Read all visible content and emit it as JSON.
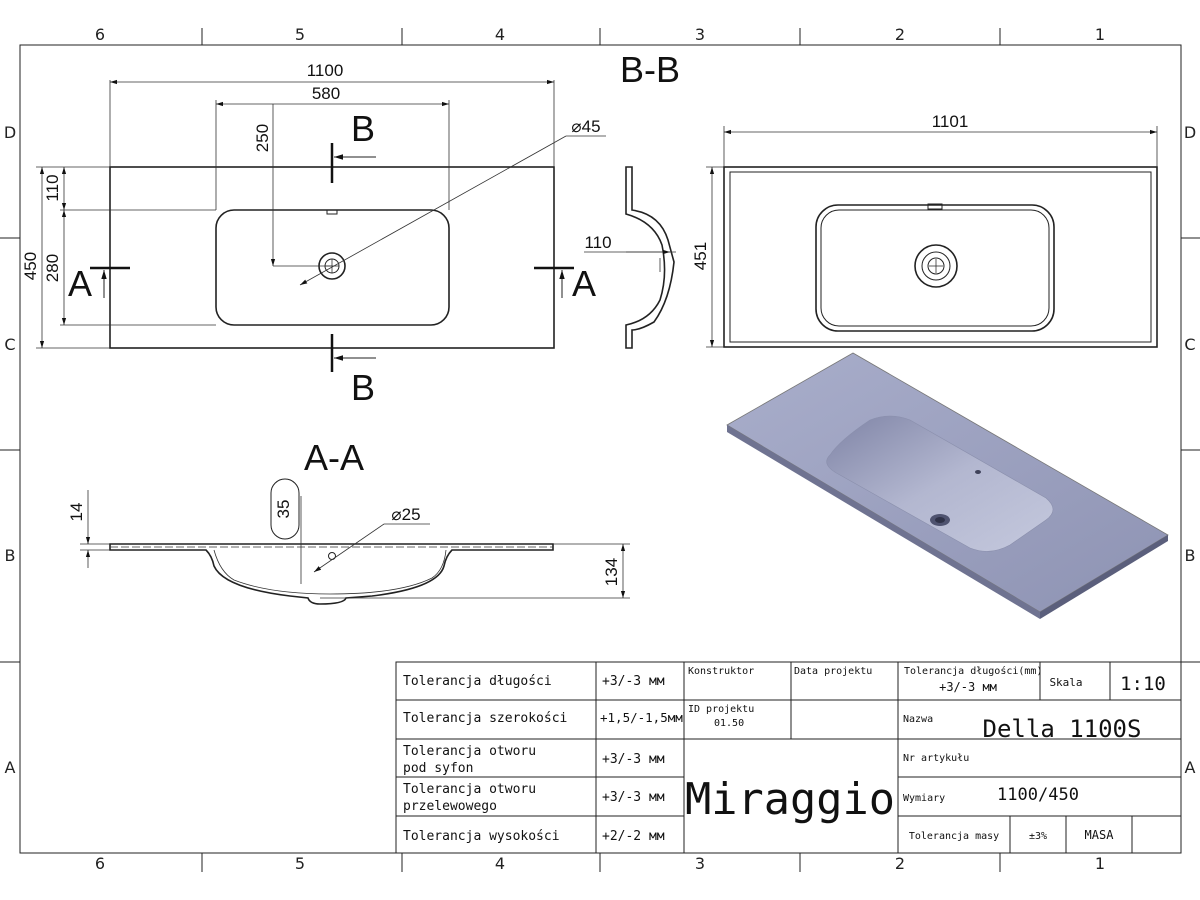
{
  "grid": {
    "cols": [
      "6",
      "5",
      "4",
      "3",
      "2",
      "1"
    ],
    "rows": [
      "D",
      "C",
      "B",
      "A"
    ]
  },
  "top_view": {
    "length": "1100",
    "bowl_length": "580",
    "offset_250": "250",
    "width": "450",
    "offset_110": "110",
    "bowl_width": "280",
    "hole_label": "⌀45",
    "section_b": "B",
    "section_a": "A"
  },
  "section_bb": {
    "title": "B-B",
    "depth": "110"
  },
  "right_view": {
    "length": "1101",
    "width": "451"
  },
  "section_aa": {
    "title": "A-A",
    "thickness": "14",
    "overflow": "35",
    "hole_label": "⌀25",
    "height": "134"
  },
  "title_block": {
    "rows": [
      {
        "label_lines": [
          "Tolerancja długości"
        ],
        "value": "+3/-3 мм"
      },
      {
        "label_lines": [
          "Tolerancja szerokości"
        ],
        "value": "+1,5/-1,5мм"
      },
      {
        "label_lines": [
          "Tolerancja otworu",
          "pod syfon"
        ],
        "value": "+3/-3 мм"
      },
      {
        "label_lines": [
          "Tolerancja otworu",
          "przelewowego"
        ],
        "value": "+3/-3 мм"
      },
      {
        "label_lines": [
          "Tolerancja wysokości"
        ],
        "value": "+2/-2 мм"
      }
    ],
    "konstruktor": "Konstruktor",
    "data_projektu": "Data projektu",
    "id_projektu": "ID projektu",
    "id_value": "01.50",
    "brand": "Miraggio",
    "tol_len_label": "Tolerancja długości(mm)",
    "tol_len_value": "+3/-3 мм",
    "skala_label": "Skala",
    "skala_value": "1:10",
    "nazwa_label": "Nazwa",
    "nazwa_value": "Della 1100S",
    "nr_label": "Nr artykułu",
    "wymiary_label": "Wymiary",
    "wymiary_value": "1100/450",
    "tol_masy_label": "Tolerancja masy",
    "tol_masy_value": "±3%",
    "masa_label": "MASA"
  }
}
